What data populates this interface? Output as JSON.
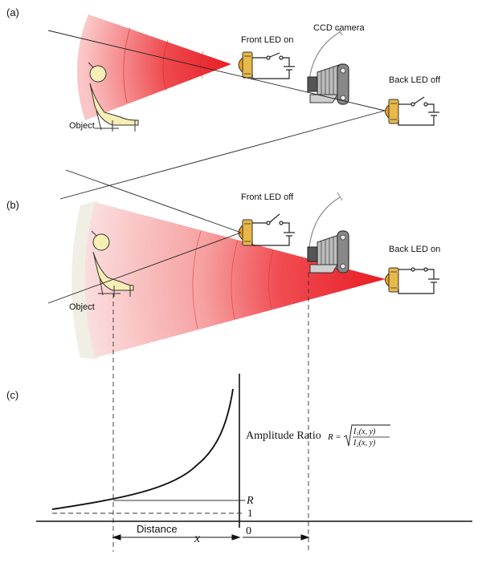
{
  "panels": {
    "a": {
      "tag": "(a)",
      "front_led": "Front LED on",
      "back_led": "Back LED off",
      "camera": "CCD camera",
      "object": "Object"
    },
    "b": {
      "tag": "(b)",
      "front_led": "Front LED off",
      "back_led": "Back LED on",
      "object": "Object"
    },
    "c": {
      "tag": "(c)",
      "ratio_label": "Amplitude Ratio",
      "formula": {
        "lhs": "R",
        "equals": "=",
        "numerator": "I₁(x, y)",
        "denominator": "I₂(x, y)"
      },
      "r_tick": "R",
      "one_tick": "1",
      "zero_tick": "0",
      "distance": "Distance",
      "x_var": "x"
    }
  },
  "colors": {
    "beam_dark": "#e8202a",
    "beam_light": "#f9d2d2",
    "led_body": "#e8b84a",
    "led_lens": "#f0a020",
    "figure_fill": "#f6eeb4",
    "object_arc": "#eeeee2"
  }
}
